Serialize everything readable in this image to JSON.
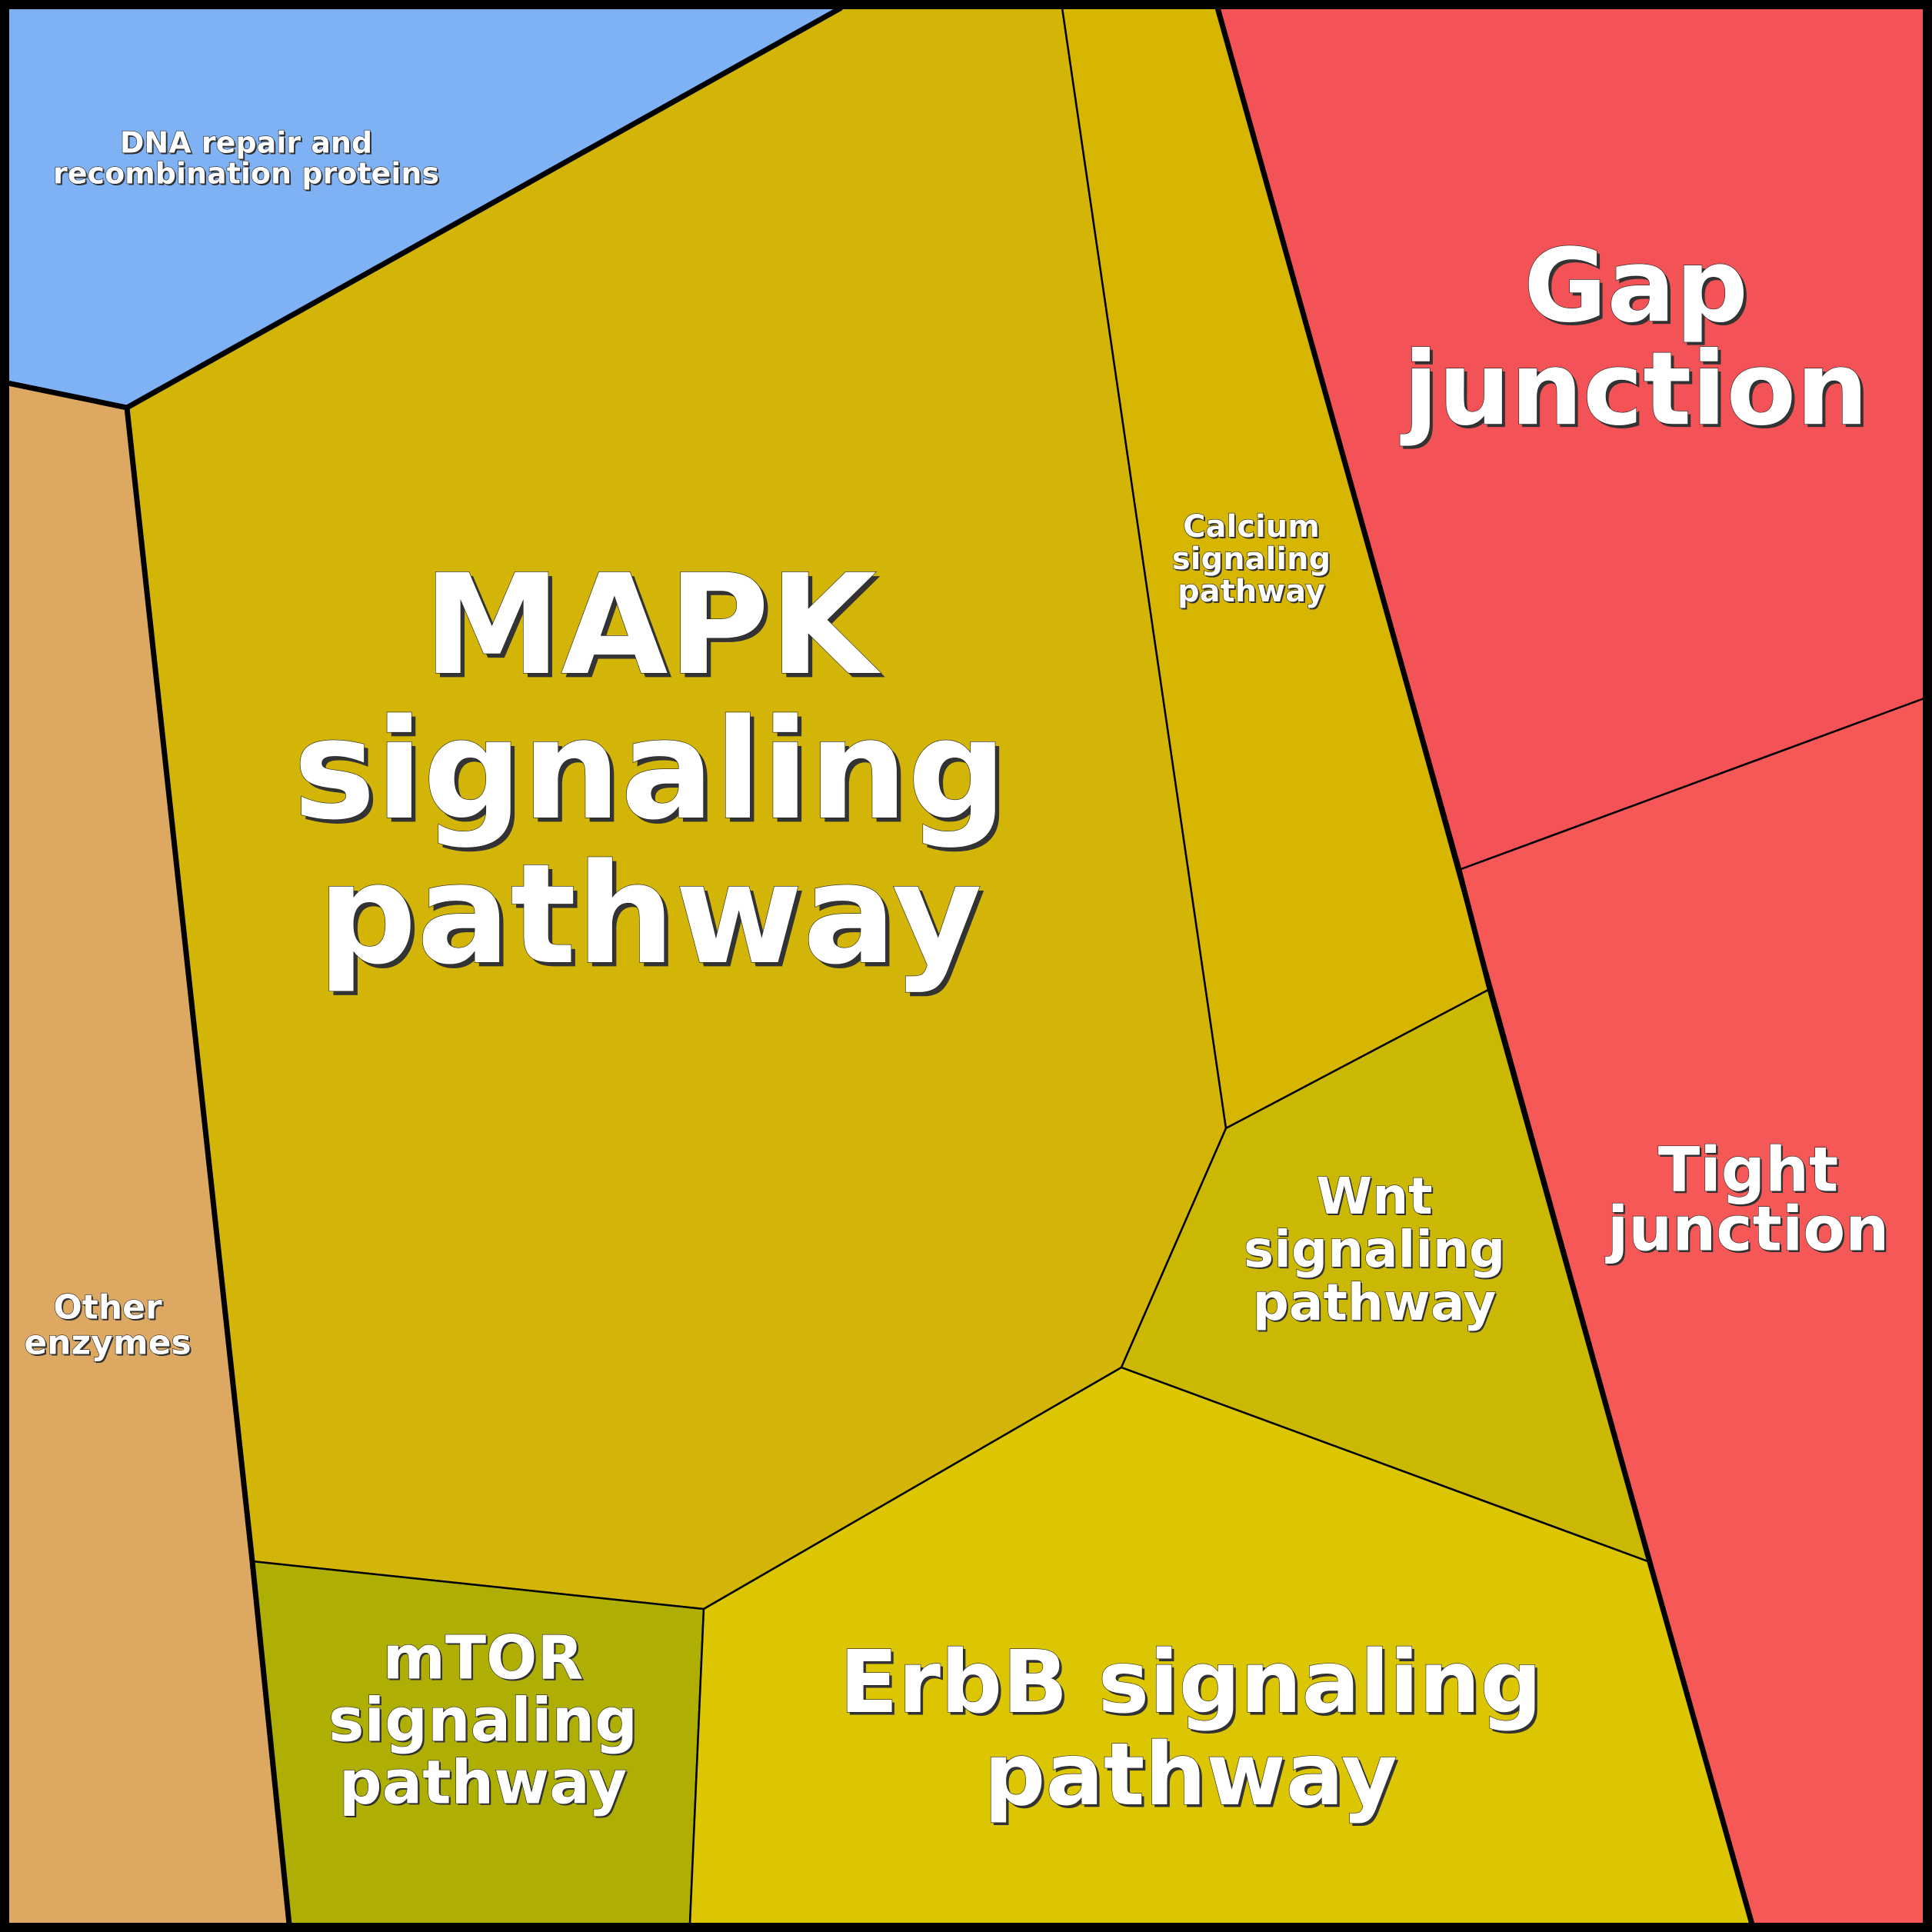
{
  "diagram": {
    "type": "voronoi-treemap",
    "cells": [
      {
        "id": "dna",
        "label_lines": [
          "DNA repair and",
          "recombination proteins"
        ],
        "color": "#7FB1F5",
        "group": "blue"
      },
      {
        "id": "other",
        "label_lines": [
          "Other",
          "enzymes"
        ],
        "color": "#DCA862",
        "group": "orange"
      },
      {
        "id": "mapk",
        "label_lines": [
          "MAPK",
          "signaling",
          "pathway"
        ],
        "color": "#D3B507",
        "group": "yellow"
      },
      {
        "id": "calcium",
        "label_lines": [
          "Calcium",
          "signaling",
          "pathway"
        ],
        "color": "#D6B601",
        "group": "yellow"
      },
      {
        "id": "wnt",
        "label_lines": [
          "Wnt",
          "signaling",
          "pathway"
        ],
        "color": "#CBB802",
        "group": "yellow"
      },
      {
        "id": "mtor",
        "label_lines": [
          "mTOR",
          "signaling",
          "pathway"
        ],
        "color": "#AFAF03",
        "group": "yellow"
      },
      {
        "id": "erbb",
        "label_lines": [
          "ErbB signaling",
          "pathway"
        ],
        "color": "#DCC601",
        "group": "yellow"
      },
      {
        "id": "gap",
        "label_lines": [
          "Gap",
          "junction"
        ],
        "color": "#F35257",
        "group": "red"
      },
      {
        "id": "tight",
        "label_lines": [
          "Tight",
          "junction"
        ],
        "color": "#F65858",
        "group": "red"
      }
    ]
  }
}
